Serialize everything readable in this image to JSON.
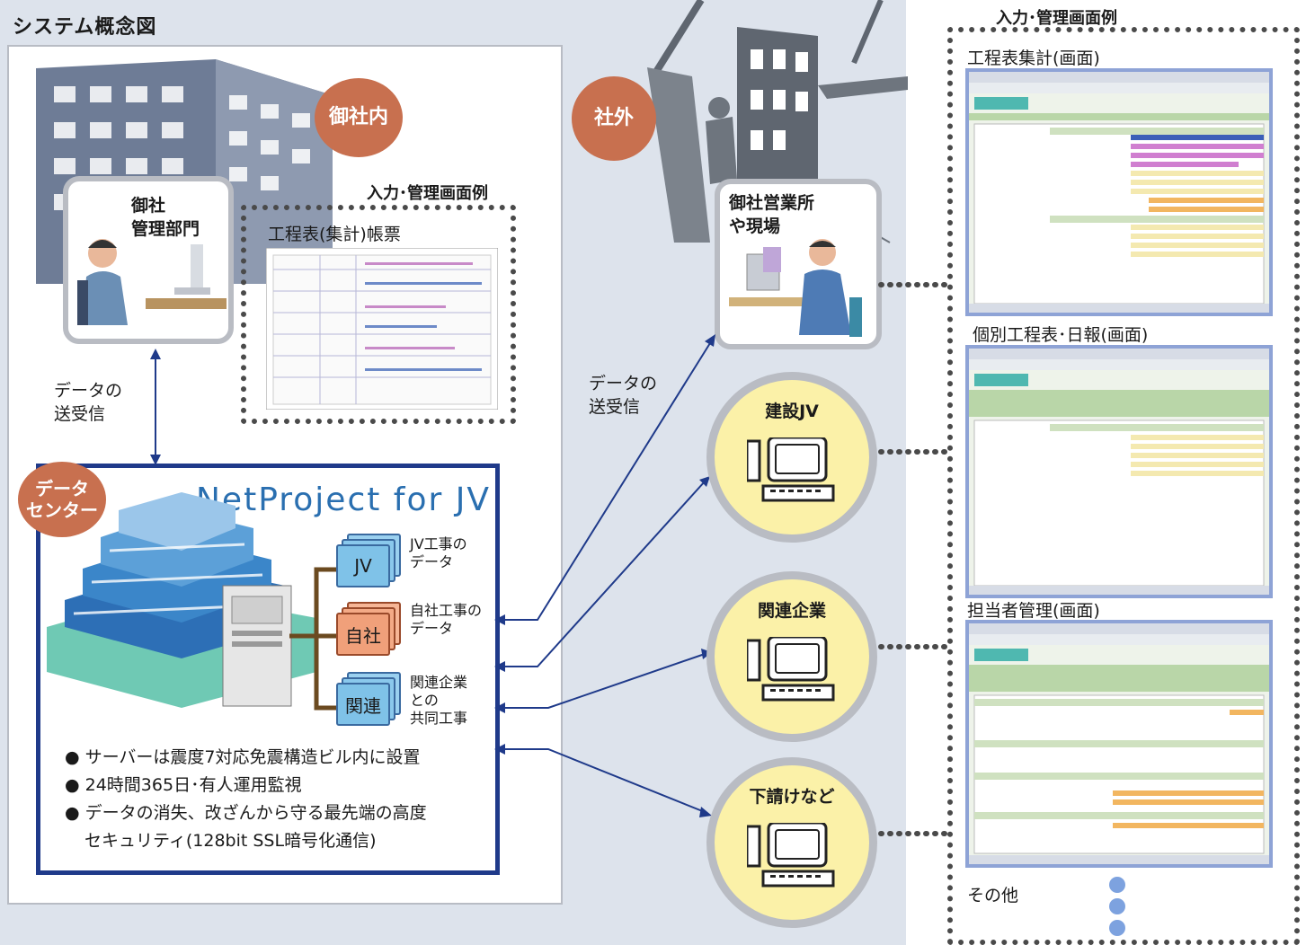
{
  "title": "システム概念図",
  "badges": {
    "inside": "御社内",
    "outside": "社外",
    "datacenter": "データ\nセンター"
  },
  "management": {
    "label": "御社\n管理部門"
  },
  "input_examples_label": "入力･管理画面例",
  "report": {
    "label": "工程表(集計)帳票"
  },
  "data_exchange": "データの\n送受信",
  "site": {
    "label": "御社営業所\nや現場"
  },
  "product_name": "NetProject for JV",
  "folders": [
    {
      "tag": "JV",
      "text": "JV工事の\nデータ",
      "color": "#7fc2e8"
    },
    {
      "tag": "自社",
      "text": "自社工事の\nデータ",
      "color": "#f0a07a"
    },
    {
      "tag": "関連",
      "text": "関連企業\nとの\n共同工事",
      "color": "#7fc2e8"
    }
  ],
  "bullets": [
    "サーバーは震度7対応免震構造ビル内に設置",
    "24時間365日･有人運用監視",
    "データの消失、改ざんから守る最先端の高度",
    "セキュリティ(128bit SSL暗号化通信)"
  ],
  "partners": [
    "建設JV",
    "関連企業",
    "下請けなど"
  ],
  "right_panel": {
    "title": "入力･管理画面例",
    "screens": [
      "工程表集計(画面)",
      "個別工程表･日報(画面)",
      "担当者管理(画面)"
    ],
    "other": "その他"
  },
  "colors": {
    "badge": "#c8704f",
    "frame": "#1f3a8a",
    "accent_blue": "#2a6fb0",
    "circle_fill": "#fbf1a8"
  }
}
